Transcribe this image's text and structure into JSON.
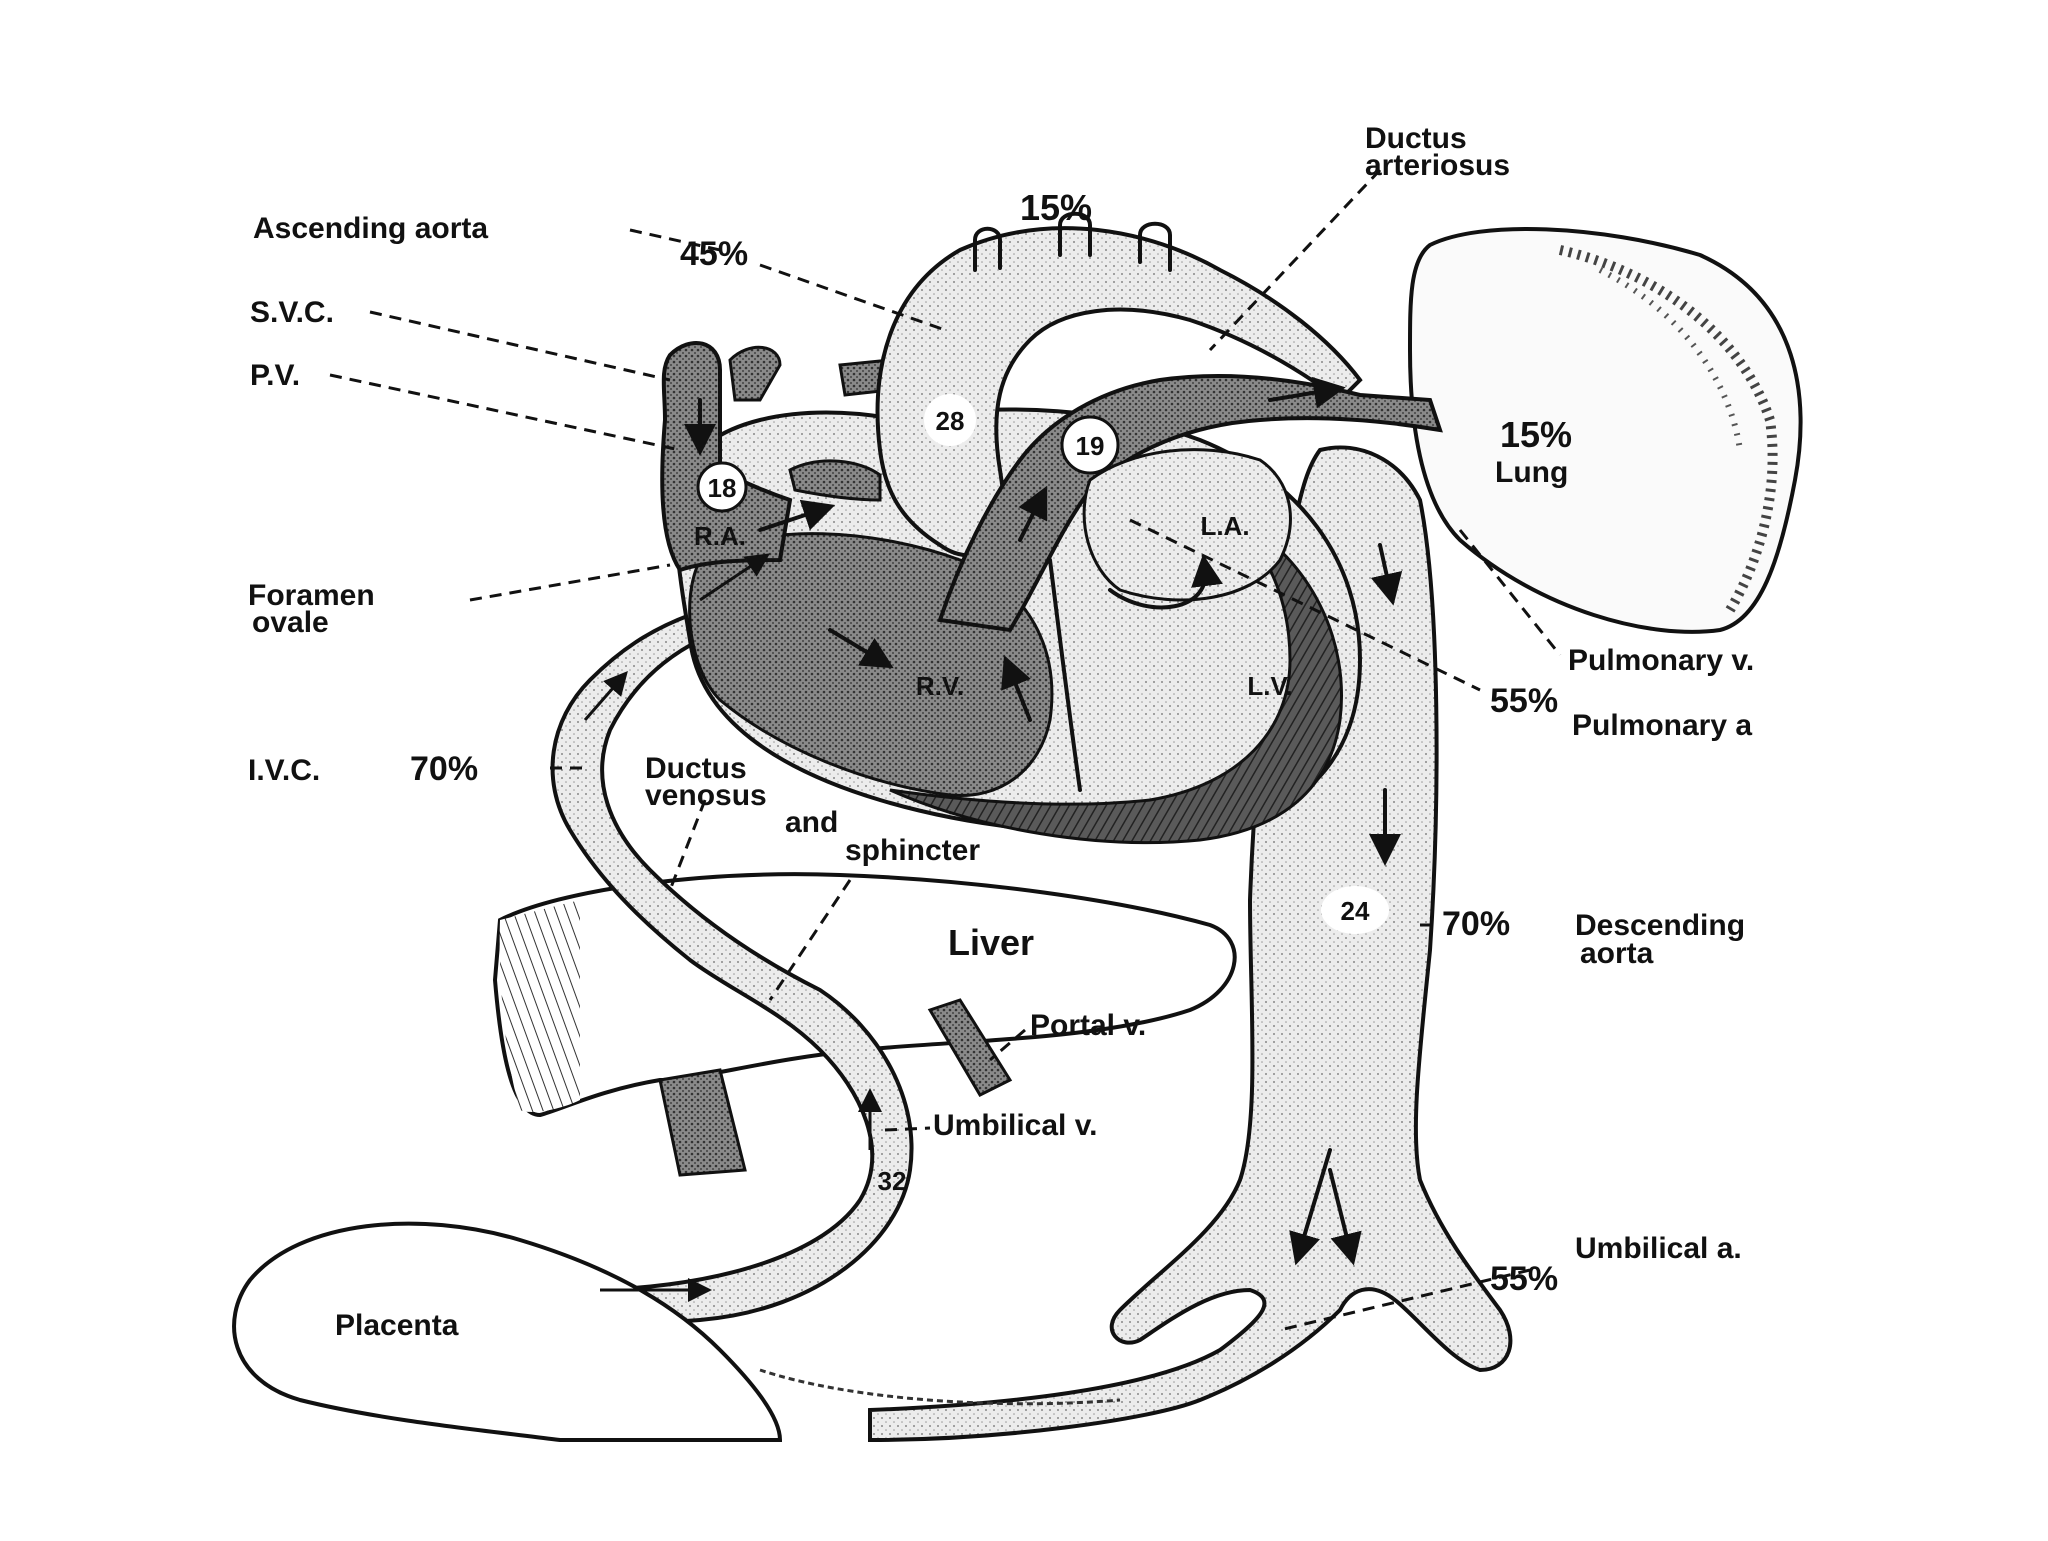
{
  "labels": {
    "ascending_aorta": "Ascending aorta",
    "svc": "S.V.C.",
    "pv": "P.V.",
    "foramen_ovale_1": "Foramen",
    "foramen_ovale_2": "ovale",
    "ivc": "I.V.C.",
    "ductus_venosus_1": "Ductus",
    "ductus_venosus_2": "venosus",
    "ductus_venosus_3": "and",
    "ductus_venosus_4": "sphincter",
    "liver": "Liver",
    "portal_v": "Portal v.",
    "umbilical_v": "Umbilical v.",
    "placenta": "Placenta",
    "ductus_arteriosus_1": "Ductus",
    "ductus_arteriosus_2": "arteriosus",
    "lung": "Lung",
    "pulmonary_v": "Pulmonary v.",
    "pulmonary_a": "Pulmonary a",
    "descending_aorta_1": "Descending",
    "descending_aorta_2": "aorta",
    "umbilical_a": "Umbilical a.",
    "ra": "R.A.",
    "la": "L.A.",
    "rv": "R.V.",
    "lv": "L.V."
  },
  "values": {
    "ascending_aorta_pct": "45%",
    "head_neck_pct": "15%",
    "lung_pct": "15%",
    "ivc_pct": "70%",
    "pulmonary_a_pct": "55%",
    "descending_aorta_pct": "70%",
    "umbilical_a_pct": "55%",
    "ra_o2": "18",
    "aorta_o2": "28",
    "pa_o2": "19",
    "desc_aorta_o2": "24",
    "umbilical_v_o2": "32"
  },
  "colors": {
    "ink": "#111111",
    "stipple_light": "#e4e4e4",
    "stipple_dark": "#6a6a6a",
    "muscle": "#3a3a3a"
  }
}
